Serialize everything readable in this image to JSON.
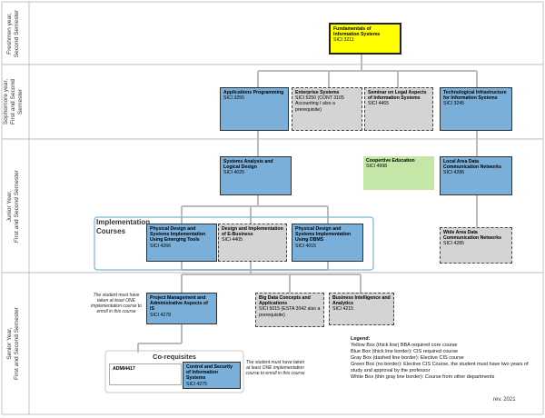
{
  "rows": [
    {
      "id": "freshman",
      "label": "Freshmen year,\nSecond Semester"
    },
    {
      "id": "sophomore",
      "label": "Sophomore year,\nFirst and Second\nSemester"
    },
    {
      "id": "junior",
      "label": "Junior Year,\nFirst and Second Semester"
    },
    {
      "id": "senior",
      "label": "Senior Year,\nFirst and Second Semester"
    }
  ],
  "courses": {
    "sici3211": {
      "title": "Fundamentals of Information Systems",
      "code": "SICI 3211",
      "type": "core"
    },
    "sici3255": {
      "title": "Applications Programming",
      "code": "SICI 3255",
      "type": "required"
    },
    "sici5250": {
      "title": "Enterprise Systems",
      "code": "SICI 5250 (CONT 3105 Accounting I also a prerequisite)",
      "type": "elective"
    },
    "sici4465": {
      "title": "Seminar on Legal Aspects of Information Systems",
      "code": "SICI 4465",
      "type": "elective"
    },
    "sici3245": {
      "title": "Technological Infrastructure for Information Systems",
      "code": "SICI 3245",
      "type": "required"
    },
    "sici4025": {
      "title": "Systems Analysis and Logical Design",
      "code": "SICI 4025",
      "type": "required"
    },
    "sici4998": {
      "title": "Coopertive Education",
      "code": "SICI 4998",
      "type": "green"
    },
    "sici4286": {
      "title": "Local Area Data Communication Networks",
      "code": "SICI 4286",
      "type": "required"
    },
    "sici4266": {
      "title": "Physical Design and Systems Implementation Using Emerging Tools",
      "code": "SICI 4266",
      "type": "required"
    },
    "sici4405": {
      "title": "Design and Implementation of E-Business",
      "code": "SICI 4405",
      "type": "elective"
    },
    "sici4015": {
      "title": "Physical Design and Systems Implementation Using DBMS",
      "code": "SICI 4015",
      "type": "required"
    },
    "sici4285": {
      "title": "Wide Area Data Communication Networks",
      "code": "SICI 4285",
      "type": "elective"
    },
    "sici4278": {
      "title": "Project Management and Administrative Aspects of IS",
      "code": "SICI 4278",
      "type": "required"
    },
    "sici5015": {
      "title": "Big Data Concepts and Applications",
      "code": "SICI 5015 (ESTA 3042 also a prerequisite)",
      "type": "elective"
    },
    "sici4215": {
      "title": "Business Intelligence and Analytics",
      "code": "SICI 4215",
      "type": "elective"
    },
    "sici4275": {
      "title": "Control and Security of Information Systems",
      "code": "SICI 4275",
      "type": "required"
    },
    "admi4417": {
      "title": "ADMI4417",
      "code": "",
      "type": "white"
    }
  },
  "groups": {
    "implementation": {
      "label": "Implementation\nCourses"
    },
    "corequisites": {
      "label": "Co-requisites"
    }
  },
  "notes": {
    "project_mgmt": "The student must have taken at least ONE implementation course to enroll in this course",
    "control_security": "The student must have taken at least ONE implementation course to enroll in this course"
  },
  "legend": {
    "title": "Legend",
    "items": [
      "Yellow Box (thick line) BBA required core course",
      "Blue Box (thick line border): CIS required course",
      "Gray Box (dashed line border): Elective CIS course",
      "Green Box (no border): Elective CIS Course, the student must have two years of study and approval by the professor",
      "White Box (thin gray line border): Course from other departments"
    ]
  },
  "revision": "rev. 2021",
  "colors": {
    "core": "#ffff00",
    "required": "#7aafd9",
    "elective": "#d4d4d4",
    "green": "#c4e7a8",
    "group_border": "#7ab3d9"
  }
}
